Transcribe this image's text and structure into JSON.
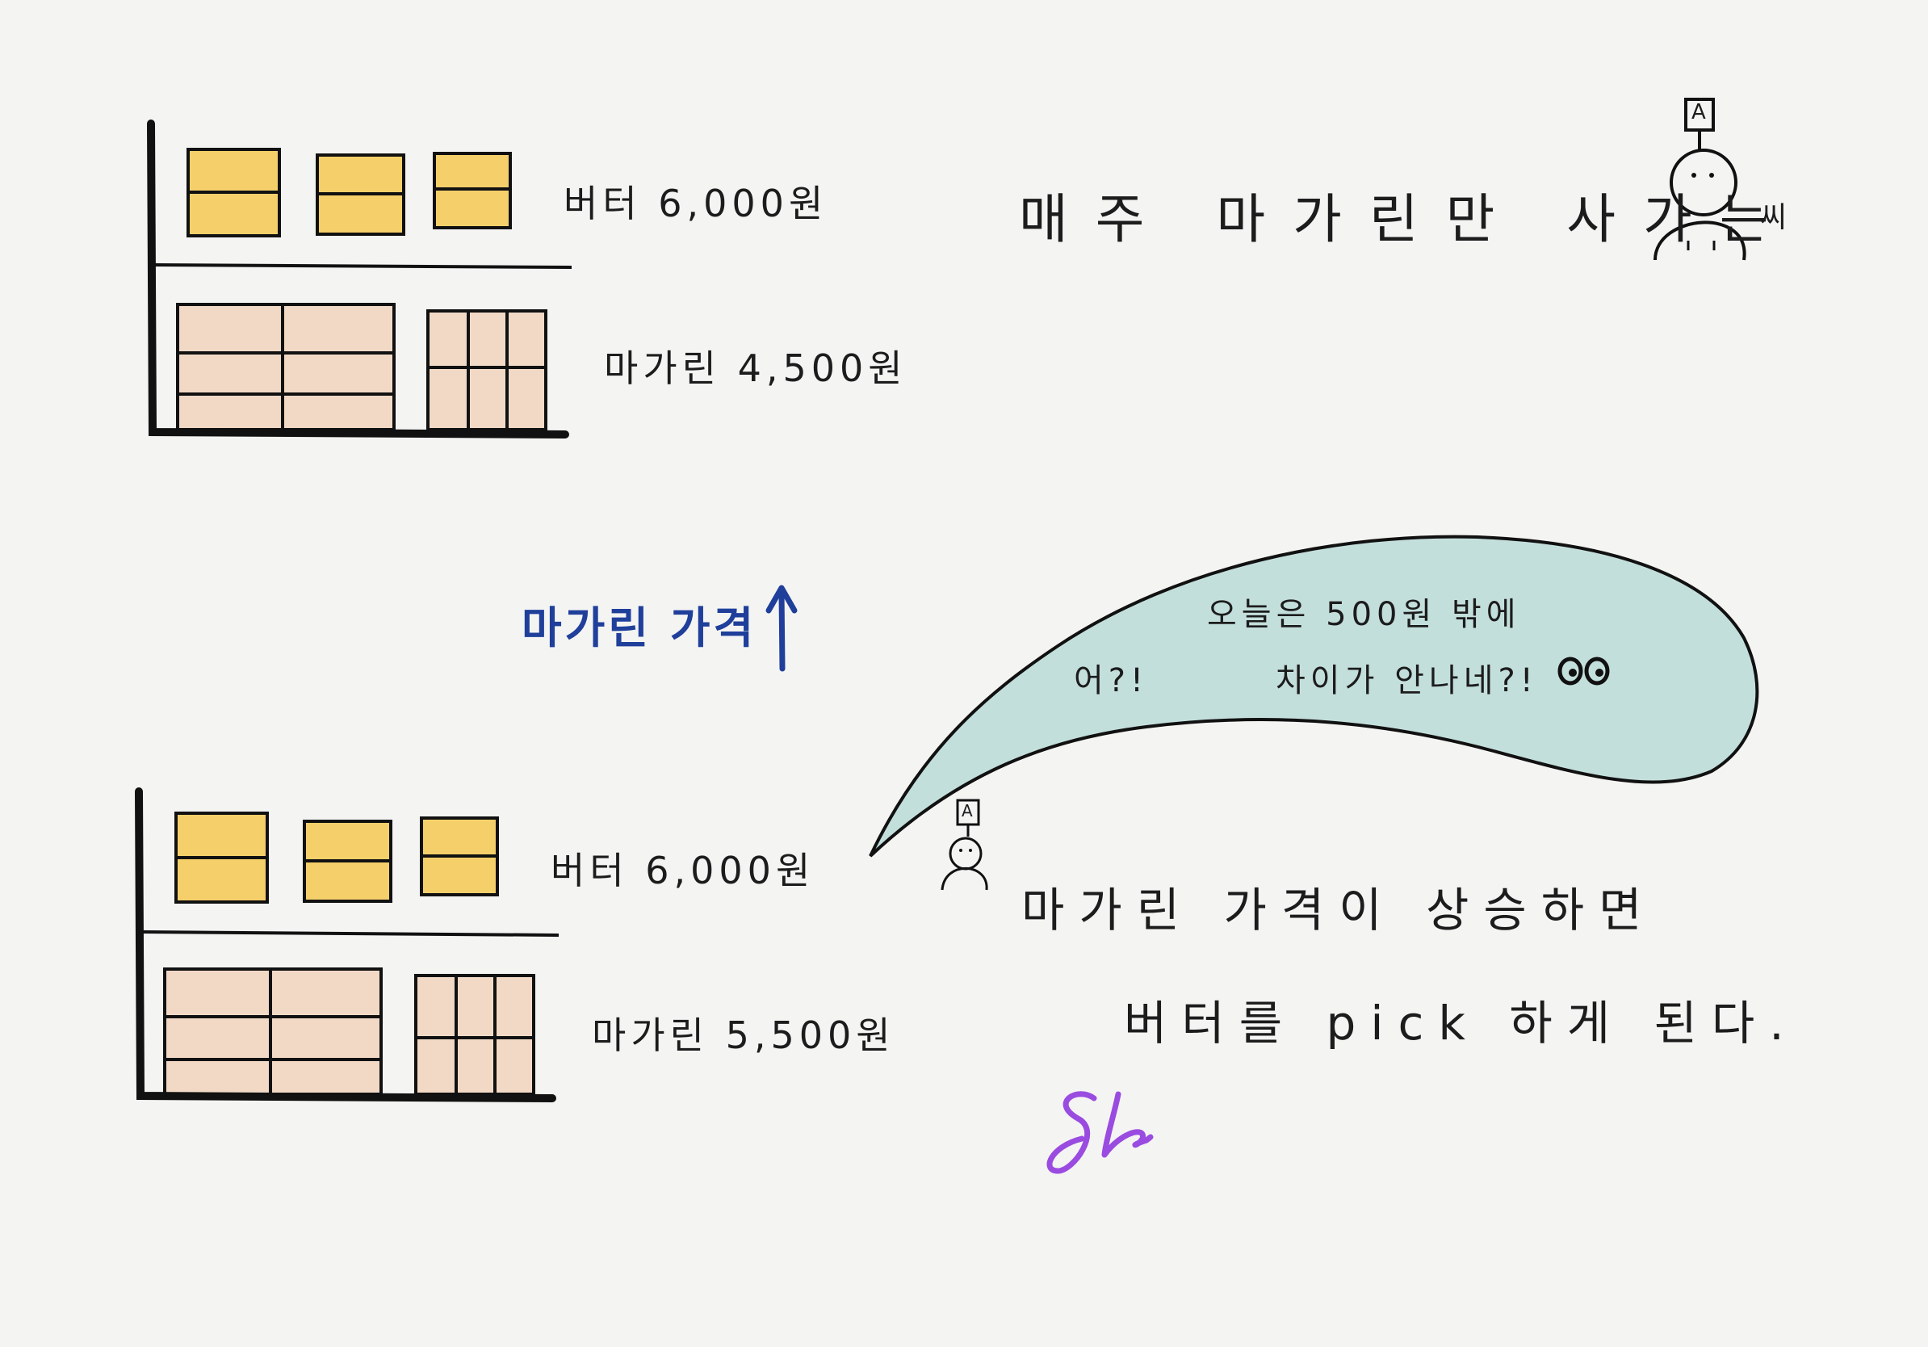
{
  "title": {
    "prefix": "매주 마가린만 사가는",
    "suffix": "씨",
    "customer_sign": "A"
  },
  "shelf_top": {
    "butter_label": "버터 6,000원",
    "margarine_label": "마가린 4,500원"
  },
  "price_note": {
    "text": "마가린 가격",
    "arrow": "↑"
  },
  "shelf_bottom": {
    "butter_label": "버터 6,000원",
    "margarine_label": "마가린 5,500원"
  },
  "speech_bubble": {
    "exclaim": "어?!",
    "line1": "오늘은 500원 밖에",
    "line2": "차이가 안나네?!",
    "eyes": "OO"
  },
  "customer_small_sign": "A",
  "caption": {
    "line1": "마가린 가격이 상승하면",
    "line2": "버터를 pick 하게 된다."
  },
  "colors": {
    "background": "#f4f4f3",
    "butter": "#f4cf6a",
    "margarine": "#f1d9c6",
    "bubble": "#c3dfdc",
    "ink": "#111111",
    "note_blue": "#1f3f9a",
    "signature": "#9a4be0"
  }
}
